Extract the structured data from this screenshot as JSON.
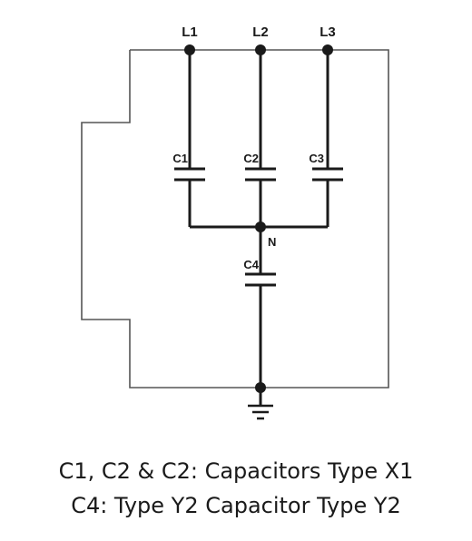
{
  "diagram": {
    "terminals": [
      {
        "id": "l1",
        "label": "L1"
      },
      {
        "id": "l2",
        "label": "L2"
      },
      {
        "id": "l3",
        "label": "L3"
      }
    ],
    "capacitors": [
      {
        "id": "c1",
        "label": "C1"
      },
      {
        "id": "c2",
        "label": "C2"
      },
      {
        "id": "c3",
        "label": "C3"
      },
      {
        "id": "c4",
        "label": "C4"
      }
    ],
    "neutral_label": "N",
    "ground_symbol": "earth-ground-icon",
    "colors": {
      "wire": "#1a1a1a",
      "enclosure": "#555555",
      "text": "#1a1a1a"
    }
  },
  "captions": {
    "line1": "C1, C2 & C2: Capacitors Type X1",
    "line2": "C4: Type Y2 Capacitor Type Y2"
  }
}
